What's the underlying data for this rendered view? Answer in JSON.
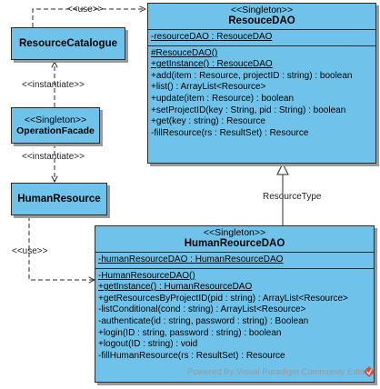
{
  "classes": {
    "resouceDAO": {
      "stereotype": "<<Singleton>>",
      "name": "ResouceDAO",
      "attributes": [
        "-resourceDAO : ResouceDAO"
      ],
      "operations": [
        "#ResouceDAO()",
        "+getInstance() : ResouceDAO",
        "+add(item : Resource, projectID : string) : boolean",
        "+list() : ArrayList<Resource>",
        "+update(item : Resource) : boolean",
        "+setProjectID(key : String, pid : String) : boolean",
        "+get(key : string) : Resource",
        "-fillResource(rs : ResultSet) : Resource"
      ]
    },
    "resourceCatalogue": {
      "name": "ResourceCatalogue"
    },
    "operationFacade": {
      "stereotype": "<<Singleton>>",
      "name": "OperationFacade"
    },
    "humanResource": {
      "name": "HumanResource"
    },
    "humanReourceDAO": {
      "stereotype": "<<Singleton>>",
      "name": "HumanReourceDAO",
      "attributes": [
        "-humanResourceDAO : HumanResourceDAO"
      ],
      "operations": [
        "-HumanResourceDAO()",
        "+getInstance() : HumanResourceDAO",
        "+getResourcesByProjectID(pid : string) : ArrayList<Resource>",
        "-listConditional(cond : string) : ArrayList<Resource>",
        "-authenticate(id : string, password : string) : Boolean",
        "+login(ID : string, password : string) : boolean",
        "+logout(ID : string) : void",
        "-fillHumanResource(rs : ResultSet) : Resource"
      ]
    }
  },
  "relations": {
    "use_top": "<<use>>",
    "instantiate_1": "<<instantiate>>",
    "instantiate_2": "<<instantiate>>",
    "use_bottom": "<<use>>",
    "generalization_label": "ResourceType"
  },
  "watermark": "Powered By Visual Paradigm Community Edition",
  "colors": {
    "class_fill": "#6fc3ea",
    "border": "#2b2b2b",
    "watermark_icon": "#e0483a"
  }
}
